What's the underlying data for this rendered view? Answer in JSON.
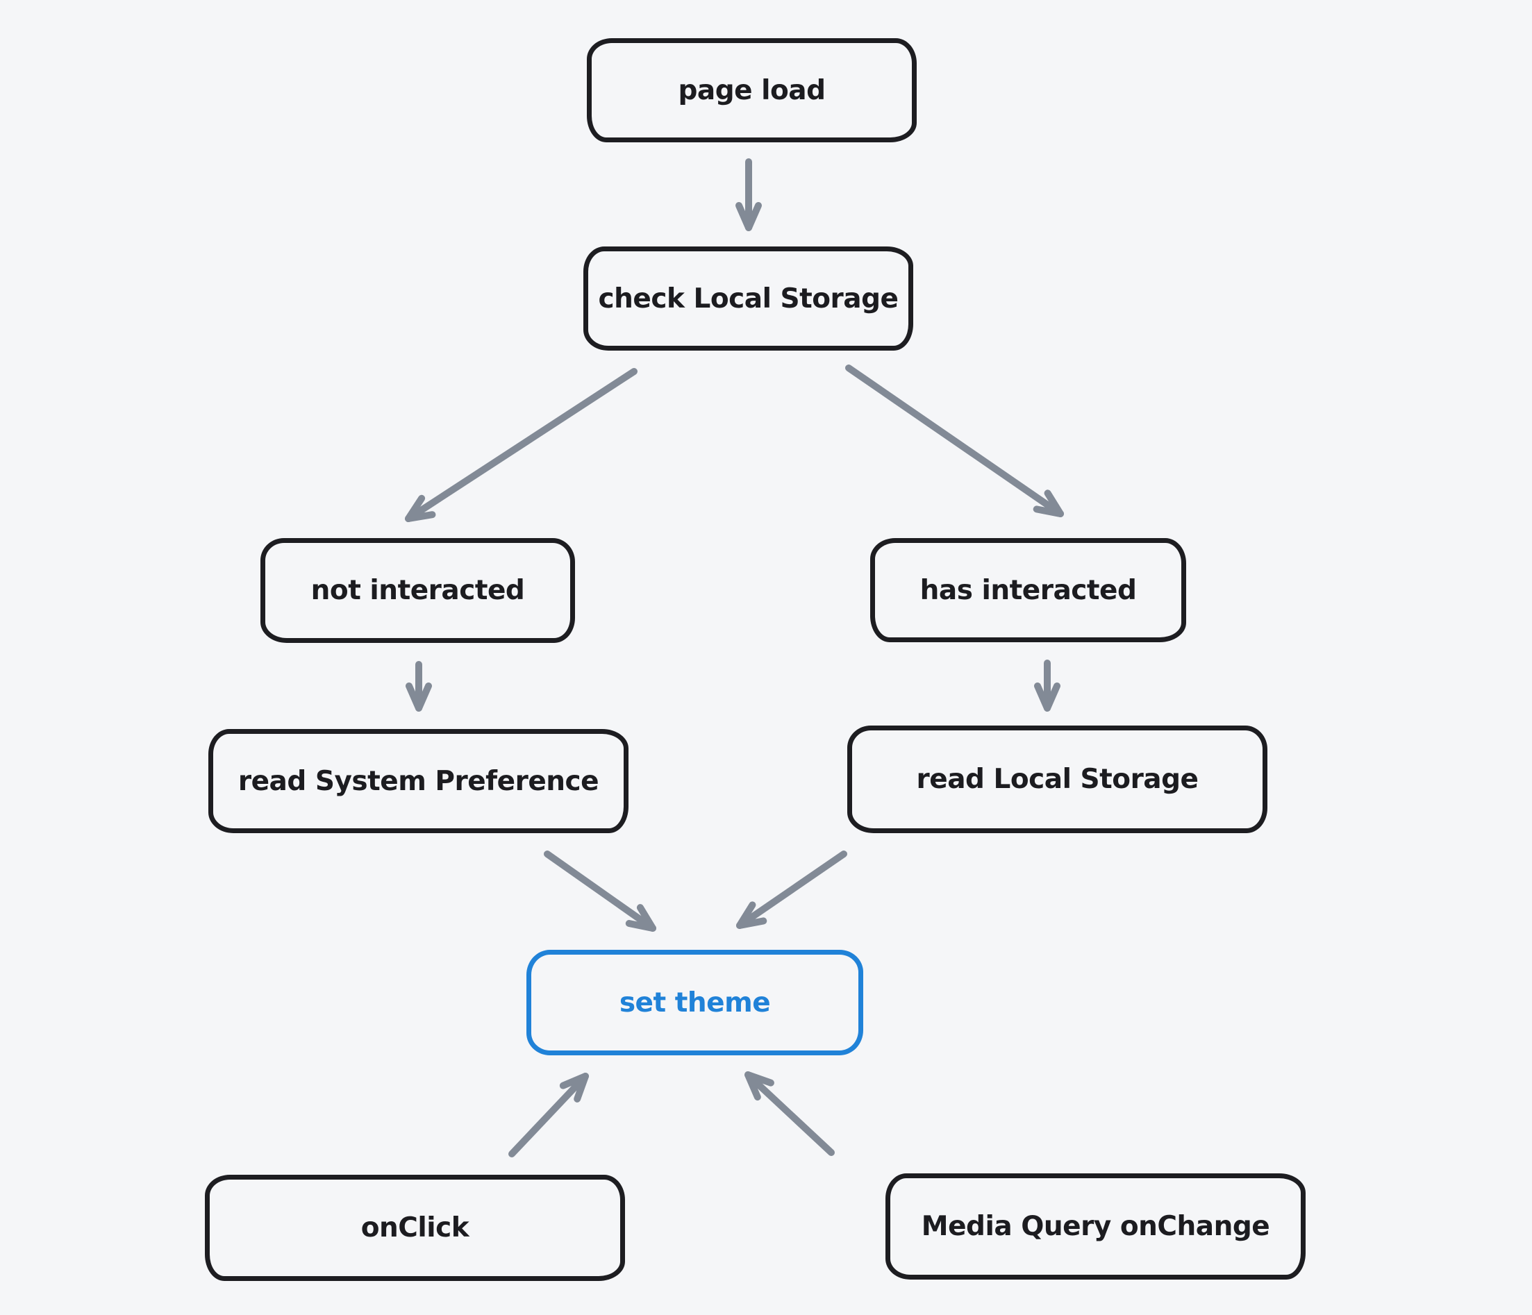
{
  "page": {
    "background_color": "#f5f6f8"
  },
  "colors": {
    "node_stroke": "#1d1d21",
    "node_text": "#1c1c20",
    "accent_blue": "#2082d8",
    "arrow_gray": "#828a96"
  },
  "diagram": {
    "nodes": [
      {
        "id": "page-load",
        "label": "page load",
        "accent": false
      },
      {
        "id": "check-local-storage",
        "label": "check Local Storage",
        "accent": false
      },
      {
        "id": "not-interacted",
        "label": "not interacted",
        "accent": false
      },
      {
        "id": "has-interacted",
        "label": "has interacted",
        "accent": false
      },
      {
        "id": "read-system-pref",
        "label": "read System Preference",
        "accent": false
      },
      {
        "id": "read-local-storage",
        "label": "read Local Storage",
        "accent": false
      },
      {
        "id": "set-theme",
        "label": "set theme",
        "accent": true
      },
      {
        "id": "onclick",
        "label": "onClick",
        "accent": false
      },
      {
        "id": "media-query-onchange",
        "label": "Media Query onChange",
        "accent": false
      }
    ],
    "edges": [
      {
        "from": "page-load",
        "to": "check-local-storage"
      },
      {
        "from": "check-local-storage",
        "to": "not-interacted"
      },
      {
        "from": "check-local-storage",
        "to": "has-interacted"
      },
      {
        "from": "not-interacted",
        "to": "read-system-pref"
      },
      {
        "from": "has-interacted",
        "to": "read-local-storage"
      },
      {
        "from": "read-system-pref",
        "to": "set-theme"
      },
      {
        "from": "read-local-storage",
        "to": "set-theme"
      },
      {
        "from": "onclick",
        "to": "set-theme"
      },
      {
        "from": "media-query-onchange",
        "to": "set-theme"
      }
    ]
  }
}
